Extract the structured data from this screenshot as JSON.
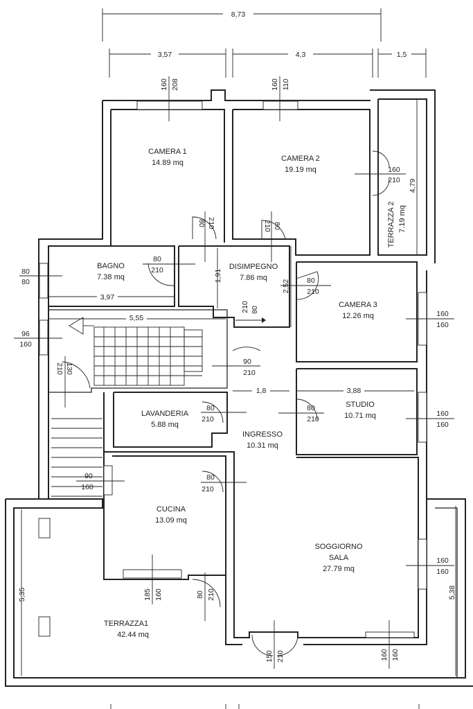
{
  "dimensions": {
    "overall_width": "8,73",
    "top_left": "3,57",
    "top_middle": "4,3",
    "top_right": "1,5",
    "terrace2_height": "4,79",
    "bagno_width": "3,97",
    "disimpegno_height": "1,91",
    "disimpegno_side": "2,52",
    "stair_width": "5,55",
    "ingresso_width": "1,8",
    "studio_width": "3,88",
    "terrace1_left": "5,35",
    "terrace1_right": "5,38"
  },
  "rooms": {
    "camera1": {
      "name": "CAMERA 1",
      "area": "14.89 mq"
    },
    "camera2": {
      "name": "CAMERA 2",
      "area": "19.19 mq"
    },
    "terrazza2": {
      "name": "TERRAZZA 2",
      "area": "7.19 mq"
    },
    "bagno": {
      "name": "BAGNO",
      "area": "7.38 mq"
    },
    "disimpegno": {
      "name": "DISIMPEGNO",
      "area": "7.86 mq"
    },
    "camera3": {
      "name": "CAMERA 3",
      "area": "12.26 mq"
    },
    "studio": {
      "name": "STUDIO",
      "area": "10.71 mq"
    },
    "lavanderia": {
      "name": "LAVANDERIA",
      "area": "5.88 mq"
    },
    "ingresso": {
      "name": "INGRESSO",
      "area": "10.31 mq"
    },
    "cucina": {
      "name": "CUCINA",
      "area": "13.09 mq"
    },
    "soggiorno": {
      "name": "SOGGIORNO",
      "name2": "SALA",
      "area": "27.79 mq"
    },
    "terrazza1": {
      "name": "TERRAZZA1",
      "area": "42.44 mq"
    }
  },
  "openings": {
    "cam1_win_w": "160",
    "cam1_win_h": "208",
    "cam2_win_w": "160",
    "cam2_win_h": "110",
    "ter2_door_w": "160",
    "ter2_door_h": "210",
    "cam1_door_w": "80",
    "cam1_door_h": "210",
    "cam2_door_w": "80",
    "cam2_door_h": "210",
    "bagno_win_w": "80",
    "bagno_win_h": "80",
    "bagno_door_w": "80",
    "bagno_door_h": "210",
    "cam3_door_w": "80",
    "cam3_door_h": "210",
    "disimp_door_w": "80",
    "disimp_door_h": "210",
    "cam3_win_w": "160",
    "cam3_win_h": "160",
    "stair_win_w": "96",
    "stair_win_h": "160",
    "stair_door_w": "130",
    "stair_door_h": "210",
    "ingresso_door_w": "90",
    "ingresso_door_h": "210",
    "lav_door_w": "80",
    "lav_door_h": "210",
    "studio_door_w": "80",
    "studio_door_h": "210",
    "studio_win_w": "160",
    "studio_win_h": "160",
    "cucina_door_w": "80",
    "cucina_door_h": "210",
    "cucina_win_side_w": "90",
    "cucina_win_side_h": "160",
    "sogg_win_side_w": "160",
    "sogg_win_side_h": "160",
    "cucina_win_bottom_w": "185",
    "cucina_win_bottom_h": "160",
    "cucina_ter_door_w": "80",
    "cucina_ter_door_h": "210",
    "entry_door_w": "150",
    "entry_door_h": "210",
    "sogg_win_bottom_w": "160",
    "sogg_win_bottom_h": "160"
  }
}
